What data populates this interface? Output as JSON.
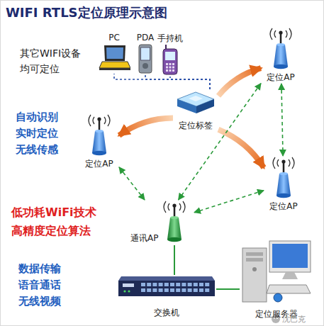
{
  "diagram": {
    "title": "WIFI RTLS定位原理示意图",
    "nodes": [
      {
        "text": [
          "PC"
        ]
      },
      {
        "text": [
          "PDA"
        ]
      },
      {
        "text": [
          "手持机"
        ]
      },
      {
        "text": [
          "定位AP"
        ]
      },
      {
        "text": [
          "定位标签"
        ]
      },
      {
        "text": [
          "定位AP"
        ]
      },
      {
        "text": [
          "定位AP"
        ]
      },
      {
        "text": [
          "通讯AP"
        ]
      },
      {
        "text": [
          "交换机"
        ]
      },
      {
        "text": [
          "定位服务器"
        ]
      }
    ],
    "edges": [
      {
        "from": 4,
        "to": 3,
        "arrow": "to"
      },
      {
        "from": 4,
        "to": 5,
        "arrow": "to"
      },
      {
        "from": 4,
        "to": 6,
        "arrow": "to"
      },
      {
        "from": 5,
        "to": 7,
        "arrow": "both"
      },
      {
        "from": 3,
        "to": 7,
        "arrow": "both"
      },
      {
        "from": 6,
        "to": 7,
        "arrow": "both"
      },
      {
        "from": 3,
        "to": 6,
        "arrow": "both"
      },
      {
        "from": 7,
        "to": 8,
        "arrow": "none"
      },
      {
        "from": 8,
        "to": 9,
        "arrow": "none"
      },
      {
        "from": 4,
        "to": 0,
        "arrow": "none"
      },
      {
        "from": 4,
        "to": 1,
        "arrow": "none"
      },
      {
        "from": 4,
        "to": 2,
        "arrow": "none"
      }
    ],
    "labels": [
      "其它WIFI设备 均可定位",
      "自动识别",
      "实时定位",
      "无线传感",
      "低功耗WiFi技术",
      "高精度定位算法",
      "数据传输",
      "语音通话",
      "无线视频",
      "沈巴克"
    ]
  }
}
